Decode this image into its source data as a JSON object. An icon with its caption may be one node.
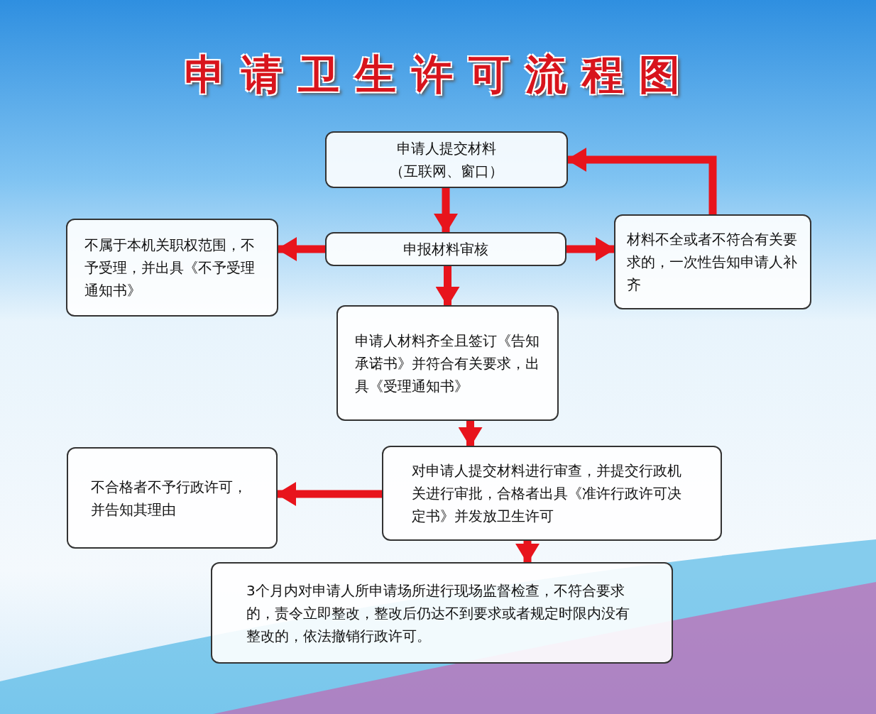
{
  "diagram": {
    "title": "申请卫生许可流程图",
    "nodes": [
      {
        "text": [
          "申请人提交材料",
          "（互联网、窗口）"
        ]
      },
      {
        "text": [
          "申报材料审核"
        ]
      },
      {
        "text": [
          "不属于本机关职权范围，不予受理，并出具《不予受理通知书》"
        ]
      },
      {
        "text": [
          "材料不全或者不符合有关要求的，一次性告知申请人补齐"
        ]
      },
      {
        "text": [
          "申请人材料齐全且签订《告知承诺书》并符合有关要求，出具《受理通知书》"
        ]
      },
      {
        "text": [
          "对申请人提交材料进行审查，并提交行政机关进行审批，合格者出具《准许行政许可决定书》并发放卫生许可"
        ]
      },
      {
        "text": [
          "不合格者不予行政许可，并告知其理由"
        ]
      },
      {
        "text": [
          "3个月内对申请人所申请场所进行现场监督检查，不符合要求的，责令立即整改，整改后仍达不到要求或者规定时限内没有整改的，依法撤销行政许可。"
        ]
      }
    ],
    "edges": [
      {
        "from": 0,
        "to": 1,
        "arrow": "to"
      },
      {
        "from": 1,
        "to": 2,
        "arrow": "to"
      },
      {
        "from": 1,
        "to": 3,
        "arrow": "to"
      },
      {
        "from": 3,
        "to": 0,
        "arrow": "to"
      },
      {
        "from": 1,
        "to": 4,
        "arrow": "to"
      },
      {
        "from": 4,
        "to": 5,
        "arrow": "to"
      },
      {
        "from": 5,
        "to": 6,
        "arrow": "to"
      },
      {
        "from": 5,
        "to": 7,
        "arrow": "to"
      }
    ]
  }
}
